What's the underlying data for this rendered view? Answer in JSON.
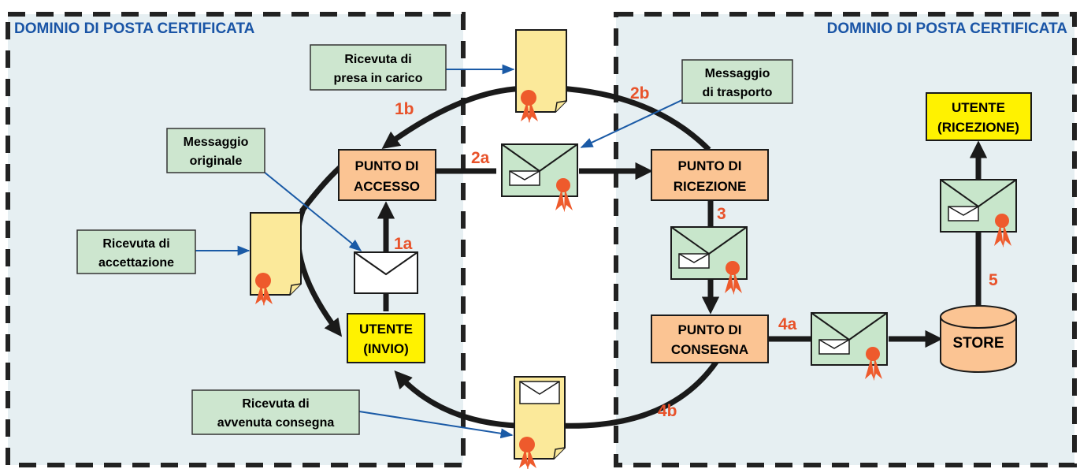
{
  "domains": {
    "left_title": "DOMINIO DI POSTA CERTIFICATA",
    "right_title": "DOMINIO DI POSTA CERTIFICATA"
  },
  "nodes": {
    "punto_accesso": [
      "PUNTO DI",
      "ACCESSO"
    ],
    "punto_ricezione": [
      "PUNTO DI",
      "RICEZIONE"
    ],
    "punto_consegna": [
      "PUNTO DI",
      "CONSEGNA"
    ],
    "store": "STORE",
    "utente_invio": [
      "UTENTE",
      "(INVIO)"
    ],
    "utente_ricezione": [
      "UTENTE",
      "(RICEZIONE)"
    ]
  },
  "callouts": {
    "presa_in_carico": [
      "Ricevuta di",
      "presa in carico"
    ],
    "messaggio_trasporto": [
      "Messaggio",
      "di trasporto"
    ],
    "messaggio_originale": [
      "Messaggio",
      "originale"
    ],
    "accettazione": [
      "Ricevuta di",
      "accettazione"
    ],
    "avvenuta_consegna": [
      "Ricevuta di",
      "avvenuta consegna"
    ]
  },
  "steps": {
    "s1a": "1a",
    "s1b": "1b",
    "s2a": "2a",
    "s2b": "2b",
    "s3": "3",
    "s4a": "4a",
    "s4b": "4b",
    "s5": "5"
  },
  "colors": {
    "domain_fill": "#e6eff2",
    "domain_border": "#222222",
    "domain_title": "#1a55a6",
    "node_fill": "#fbc493",
    "utente_fill": "#fff200",
    "callout_fill": "#cde6cf",
    "callout_border": "#333333",
    "envelope_fill": "#c8e6cb",
    "receipt_fill": "#fbe99a",
    "seal": "#ee5a2c",
    "step_label": "#e8522a",
    "flow": "#1a1a1a",
    "callout_arrow": "#1a5aa6"
  }
}
